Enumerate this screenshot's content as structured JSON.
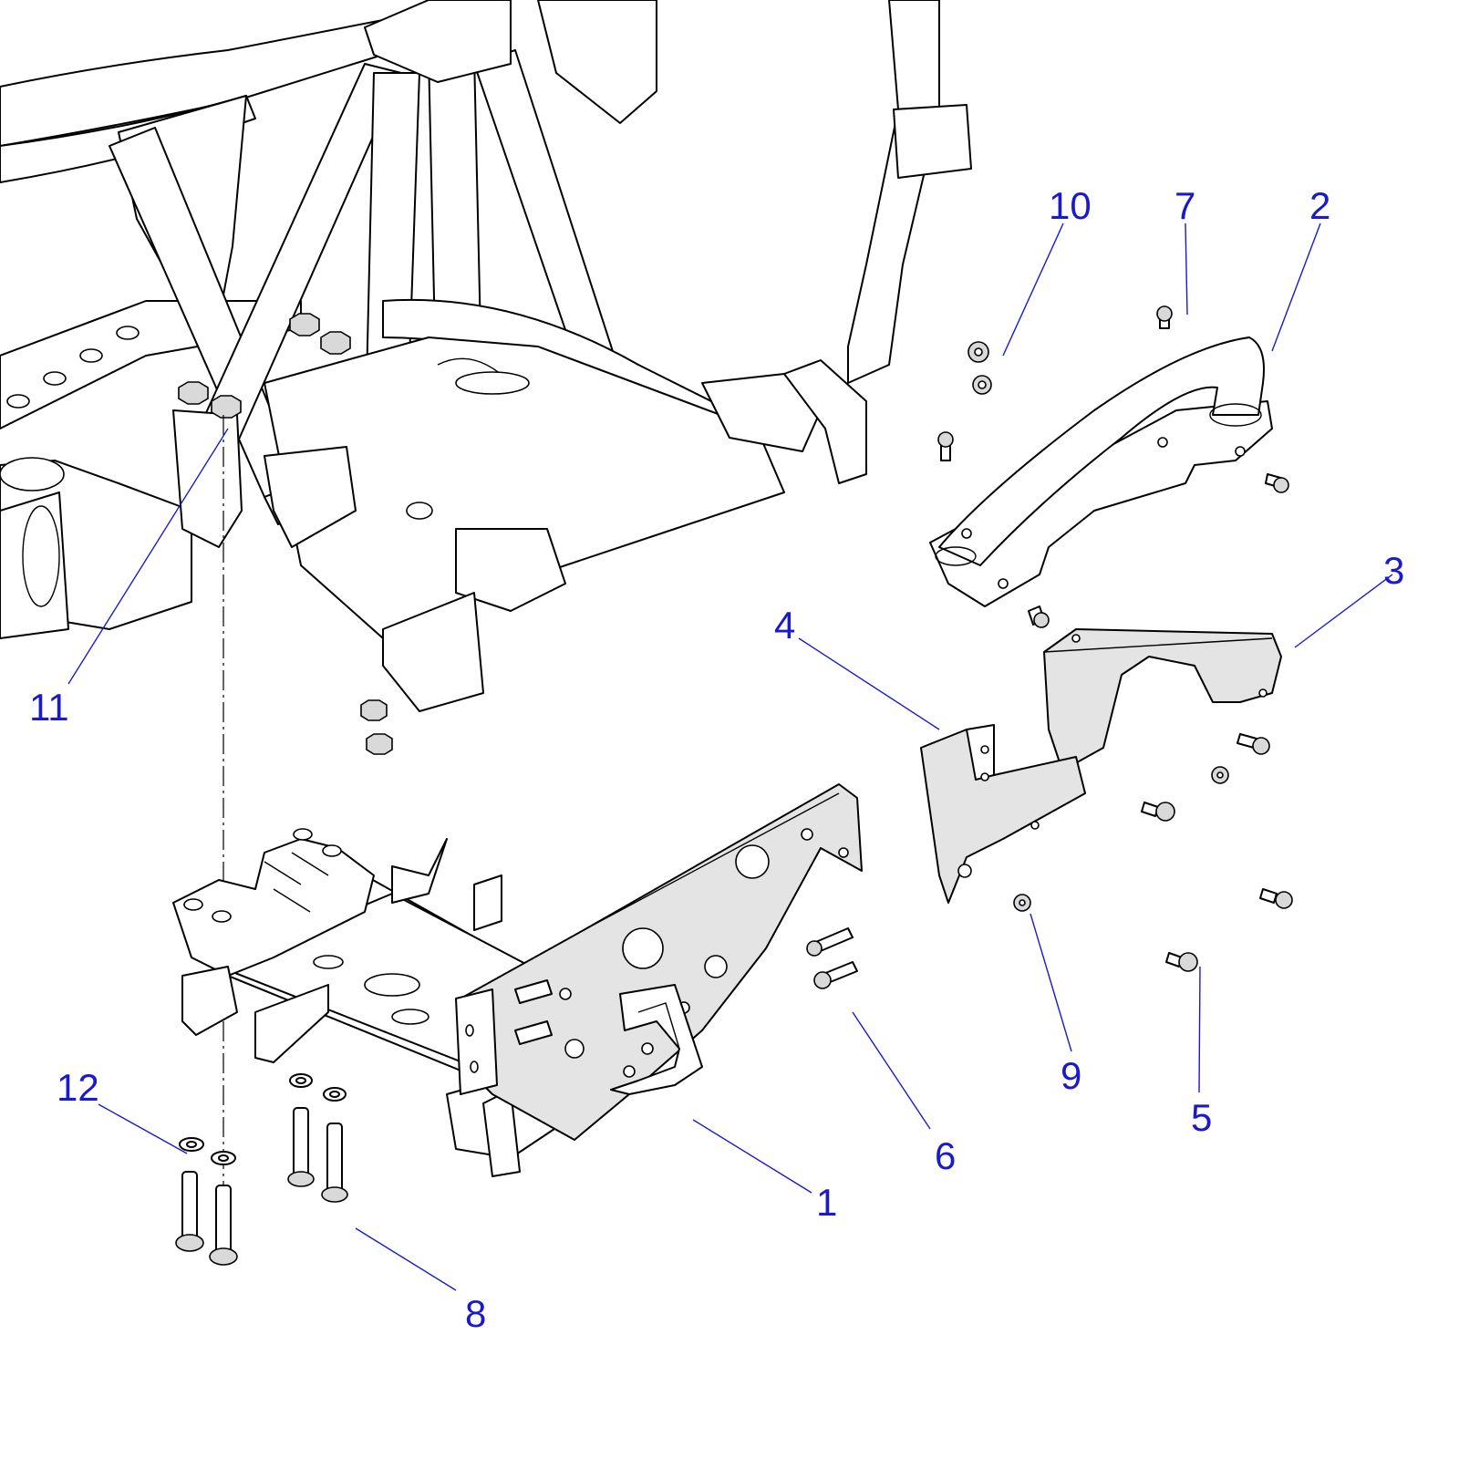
{
  "diagram": {
    "title": "",
    "callouts": [
      {
        "id": "c1",
        "label": "1"
      },
      {
        "id": "c2",
        "label": "2"
      },
      {
        "id": "c3",
        "label": "3"
      },
      {
        "id": "c4",
        "label": "4"
      },
      {
        "id": "c5",
        "label": "5"
      },
      {
        "id": "c6",
        "label": "6"
      },
      {
        "id": "c7",
        "label": "7"
      },
      {
        "id": "c8",
        "label": "8"
      },
      {
        "id": "c9",
        "label": "9"
      },
      {
        "id": "c10",
        "label": "10"
      },
      {
        "id": "c11",
        "label": "11"
      },
      {
        "id": "c12",
        "label": "12"
      }
    ]
  },
  "colors": {
    "callout": "#1a1acc",
    "line": "#000000",
    "plate": "#e4e4e4",
    "background": "#ffffff"
  }
}
